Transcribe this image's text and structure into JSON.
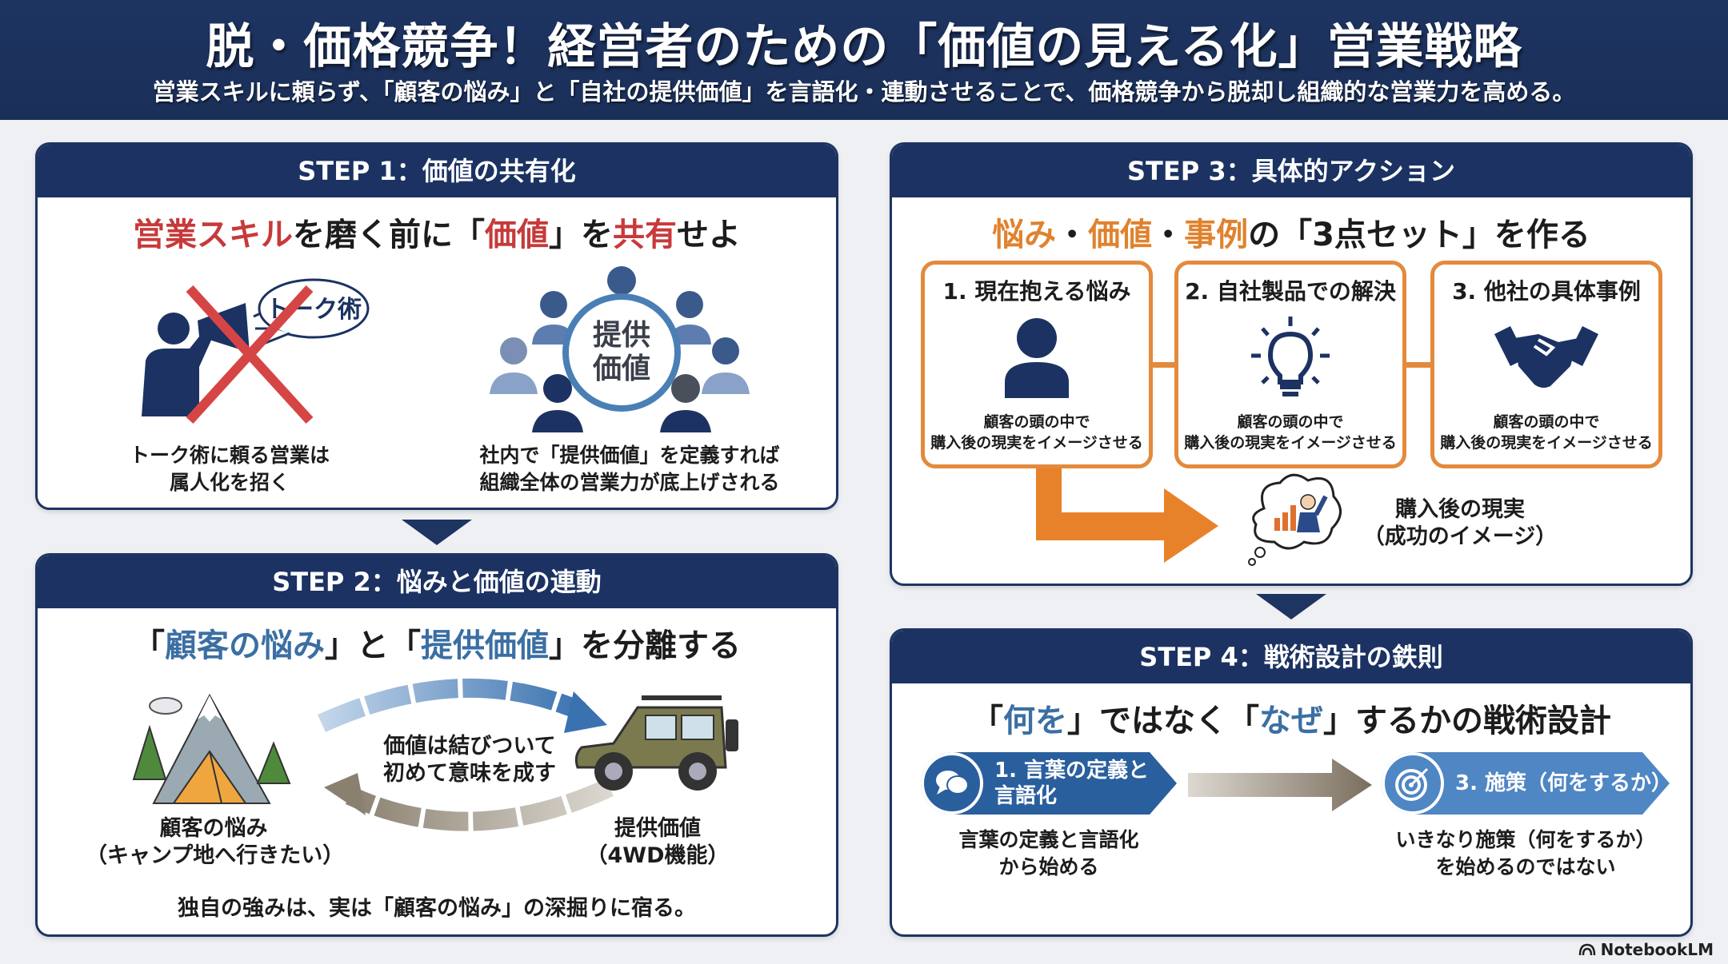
{
  "header": {
    "title": "脱・価格競争！経営者のための「価値の見える化」営業戦略",
    "subtitle": "営業スキルに頼らず、「顧客の悩み」と「自社の提供価値」を言語化・連動させることで、価格競争から脱却し組織的な営業力を高める。"
  },
  "step1": {
    "bar": "STEP 1：価値の共有化",
    "headline": {
      "p1": "営業スキル",
      "p2": "を磨く前に「",
      "p3": "価値",
      "p4": "」を",
      "p5": "共有",
      "p6": "せよ"
    },
    "bubble": "トーク術",
    "left_caption": [
      "トーク術に頼る営業は",
      "属人化を招く"
    ],
    "circle_label": [
      "提供",
      "価値"
    ],
    "right_caption": [
      "社内で「提供価値」を定義すれば",
      "組織全体の営業力が底上げされる"
    ]
  },
  "step2": {
    "bar": "STEP 2：悩みと価値の連動",
    "headline": {
      "p1": "「",
      "p2": "顧客の悩み",
      "p3": "」と「",
      "p4": "提供価値",
      "p5": "」を分離する"
    },
    "center_text": [
      "価値は結びついて",
      "初めて意味を成す"
    ],
    "left_label": [
      "顧客の悩み",
      "（キャンプ地へ行きたい）"
    ],
    "right_label": [
      "提供価値",
      "（4WD機能）"
    ],
    "bottom": "独自の強みは、実は「顧客の悩み」の深掘りに宿る。"
  },
  "step3": {
    "bar": "STEP 3：具体的アクション",
    "headline": {
      "p1": "悩み",
      "p2": "・",
      "p3": "価値",
      "p4": "・",
      "p5": "事例",
      "p6": "の「3点セット」を作る"
    },
    "boxes": [
      {
        "title": "1. 現在抱える悩み",
        "icon": "person-icon",
        "desc": [
          "顧客の頭の中で",
          "購入後の現実をイメージさせる"
        ]
      },
      {
        "title": "2. 自社製品での解決",
        "icon": "lightbulb-icon",
        "desc": [
          "顧客の頭の中で",
          "購入後の現実をイメージさせる"
        ]
      },
      {
        "title": "3. 他社の具体事例",
        "icon": "handshake-icon",
        "desc": [
          "顧客の頭の中で",
          "購入後の現実をイメージさせる"
        ]
      }
    ],
    "result": [
      "購入後の現実",
      "（成功のイメージ）"
    ]
  },
  "step4": {
    "bar": "STEP 4：戦術設計の鉄則",
    "headline": {
      "p1": "「",
      "p2": "何を",
      "p3": "」ではなく「",
      "p4": "なぜ",
      "p5": "」するかの戦術設計"
    },
    "pill1": [
      "1. 言葉の定義と",
      "言語化"
    ],
    "pill3": "3. 施策（何をするか）",
    "caption1": [
      "言葉の定義と言語化",
      "から始める"
    ],
    "caption3": [
      "いきなり施策（何をするか）",
      "を始めるのではない"
    ]
  },
  "footer": {
    "brand": "NotebookLM"
  },
  "colors": {
    "navy": "#1b3262",
    "red": "#c73a3a",
    "blue": "#3b6fa3",
    "orange": "#e38a3c"
  }
}
